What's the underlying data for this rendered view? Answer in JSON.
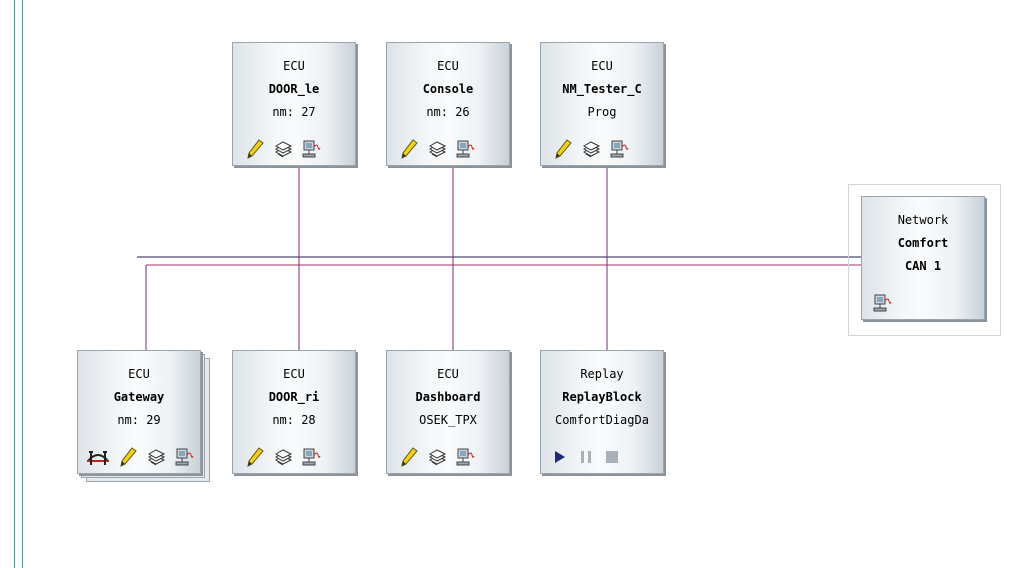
{
  "colors": {
    "bus_navy": "#1f2050",
    "bus_purple": "#a0306a",
    "wire": "#7a2a7a",
    "left_rule": "#5a9a8a"
  },
  "network": {
    "type_label": "Network",
    "name": "Comfort",
    "subtitle": "CAN 1",
    "icons": [
      "network-card-icon"
    ]
  },
  "nodes": {
    "door_le": {
      "type_label": "ECU",
      "name": "DOOR_le",
      "detail": "nm: 27",
      "icons": [
        "pencil-icon",
        "database-icon",
        "network-card-icon"
      ]
    },
    "console": {
      "type_label": "ECU",
      "name": "Console",
      "detail": "nm: 26",
      "icons": [
        "pencil-icon",
        "database-icon",
        "network-card-icon"
      ]
    },
    "nm_tester": {
      "type_label": "ECU",
      "name": "NM_Tester_C",
      "detail": "Prog",
      "icons": [
        "pencil-icon",
        "database-icon",
        "network-card-icon"
      ]
    },
    "gateway": {
      "type_label": "ECU",
      "name": "Gateway",
      "detail": "nm: 29",
      "icons": [
        "bridge-icon",
        "pencil-icon",
        "database-icon",
        "network-card-icon"
      ]
    },
    "door_ri": {
      "type_label": "ECU",
      "name": "DOOR_ri",
      "detail": "nm: 28",
      "icons": [
        "pencil-icon",
        "database-icon",
        "network-card-icon"
      ]
    },
    "dashboard": {
      "type_label": "ECU",
      "name": "Dashboard",
      "detail": "OSEK_TPX",
      "icons": [
        "pencil-icon",
        "database-icon",
        "network-card-icon"
      ]
    },
    "replay": {
      "type_label": "Replay",
      "name": "ReplayBlock",
      "detail": "ComfortDiagDa",
      "icons": [
        "play-icon",
        "pause-icon",
        "stop-icon"
      ]
    }
  }
}
